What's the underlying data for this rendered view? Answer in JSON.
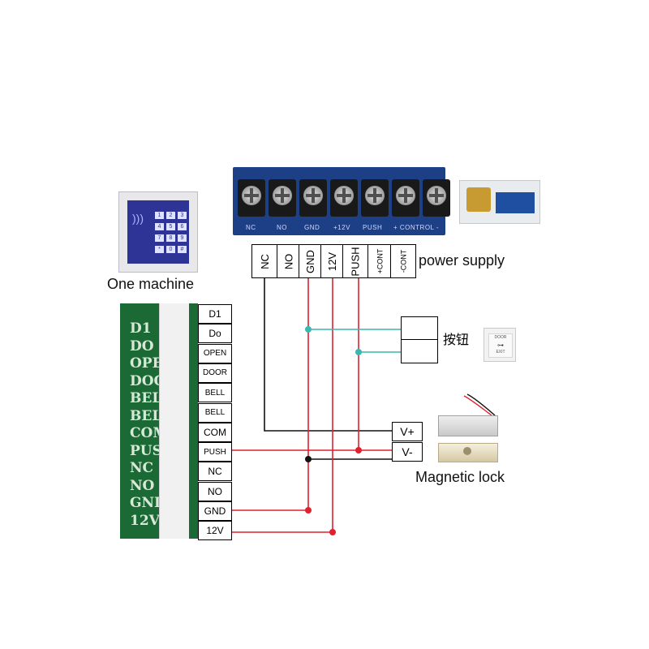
{
  "power_supply": {
    "board_silkscreen": [
      "NC",
      "NO",
      "GND",
      "+12V",
      "PUSH",
      "+ CONTROL -"
    ],
    "terminals": [
      "NC",
      "NO",
      "GND",
      "12V",
      "PUSH",
      "+CONT",
      "-CONT"
    ],
    "caption": "power supply"
  },
  "keypad": {
    "caption": "One machine",
    "keys": [
      "1",
      "2",
      "3",
      "4",
      "5",
      "6",
      "7",
      "8",
      "9",
      "*",
      "0",
      "#"
    ]
  },
  "controller": {
    "silkscreen": [
      "D1",
      "DO",
      "OPE",
      "DOO",
      "BEL",
      "BEL",
      "COM",
      "PUS",
      "NC",
      "NO",
      "GNI",
      "12V"
    ],
    "pins": [
      "D1",
      "Do",
      "OPEN",
      "DOOR",
      "BELL",
      "BELL",
      "COM",
      "PUSH",
      "NC",
      "NO",
      "GND",
      "12V"
    ]
  },
  "exit_button": {
    "label": "按钮",
    "face_text": [
      "DOOR",
      "EXIT"
    ]
  },
  "lock": {
    "terminals": [
      "V+",
      "V-"
    ],
    "caption": "Magnetic lock"
  },
  "colors": {
    "wire_black": "#111111",
    "wire_red": "#e0212e",
    "wire_teal": "#3ab7b1",
    "board_blue": "#1d3f86",
    "board_green": "#1b6a35"
  }
}
